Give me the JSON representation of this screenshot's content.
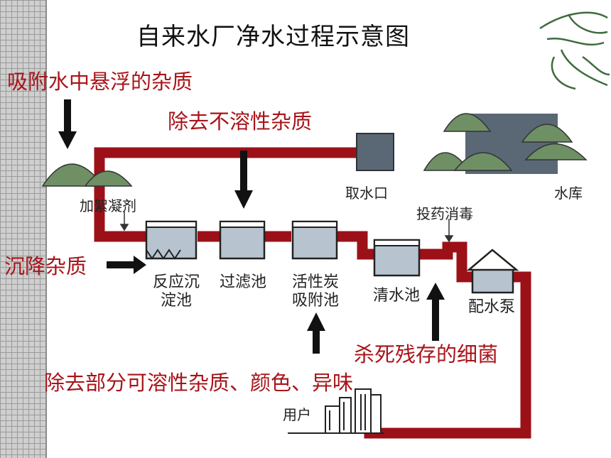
{
  "title": "自来水厂净水过程示意图",
  "annotations": {
    "adsorb": "吸附水中悬浮的杂质",
    "remove_insoluble": "除去不溶性杂质",
    "settle": "沉降杂质",
    "kill_bacteria": "杀死残存的细菌",
    "remove_soluble": "除去部分可溶性杂质、颜色、异味"
  },
  "labels": {
    "reservoir": "水库",
    "intake": "取水口",
    "coagulant": "加絮凝剂",
    "sedimentation_line1": "反应沉",
    "sedimentation_line2": "淀池",
    "filter": "过滤池",
    "carbon_line1": "活性炭",
    "carbon_line2": "吸附池",
    "clear_water": "清水池",
    "disinfect": "投药消毒",
    "pump": "配水泵",
    "user": "用户"
  },
  "colors": {
    "pipe": "#9c1018",
    "annotation": "#a8141a",
    "tank_fill": "#b7c4cf",
    "mound": "#6f8f65"
  }
}
